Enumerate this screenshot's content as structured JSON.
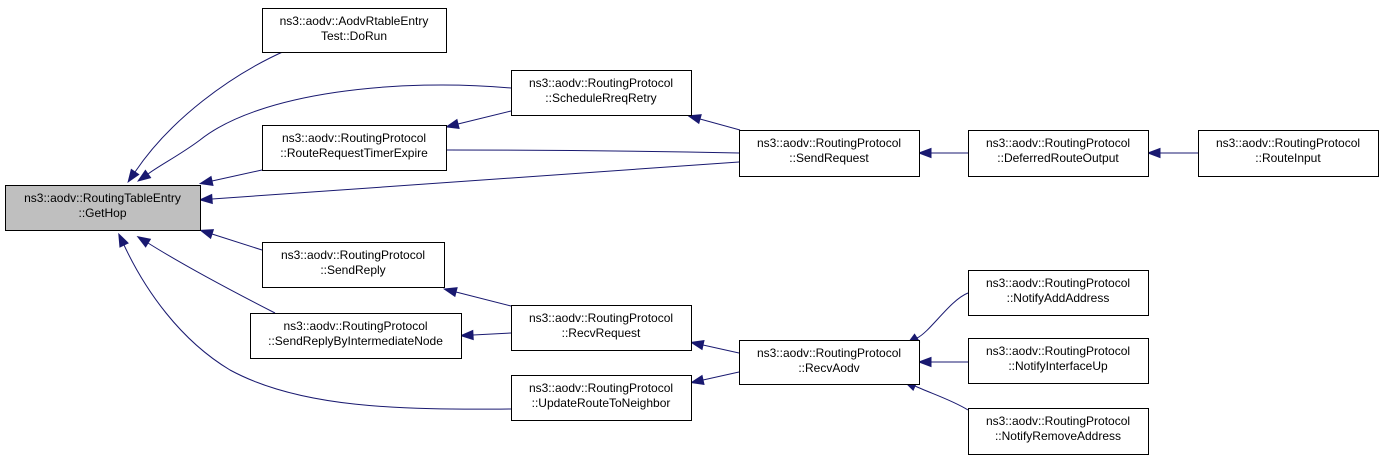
{
  "colors": {
    "edge": "#191970",
    "root_fill": "#bfbfbf",
    "node_fill": "#ffffff",
    "border": "#000000"
  },
  "nodes": {
    "gethop": {
      "lines": [
        "ns3::aodv::RoutingTableEntry",
        "::GetHop"
      ],
      "root": true
    },
    "dorun": {
      "lines": [
        "ns3::aodv::AodvRtableEntry",
        "Test::DoRun"
      ]
    },
    "rrte": {
      "lines": [
        "ns3::aodv::RoutingProtocol",
        "::RouteRequestTimerExpire"
      ]
    },
    "sendreply": {
      "lines": [
        "ns3::aodv::RoutingProtocol",
        "::SendReply"
      ]
    },
    "srbin": {
      "lines": [
        "ns3::aodv::RoutingProtocol",
        "::SendReplyByIntermediateNode"
      ]
    },
    "schedretry": {
      "lines": [
        "ns3::aodv::RoutingProtocol",
        "::ScheduleRreqRetry"
      ]
    },
    "recvrequest": {
      "lines": [
        "ns3::aodv::RoutingProtocol",
        "::RecvRequest"
      ]
    },
    "urtn": {
      "lines": [
        "ns3::aodv::RoutingProtocol",
        "::UpdateRouteToNeighbor"
      ]
    },
    "sendrequest": {
      "lines": [
        "ns3::aodv::RoutingProtocol",
        "::SendRequest"
      ]
    },
    "recvaodv": {
      "lines": [
        "ns3::aodv::RoutingProtocol",
        "::RecvAodv"
      ]
    },
    "dro": {
      "lines": [
        "ns3::aodv::RoutingProtocol",
        "::DeferredRouteOutput"
      ]
    },
    "notifyadd": {
      "lines": [
        "ns3::aodv::RoutingProtocol",
        "::NotifyAddAddress"
      ]
    },
    "notifyup": {
      "lines": [
        "ns3::aodv::RoutingProtocol",
        "::NotifyInterfaceUp"
      ]
    },
    "notifyremove": {
      "lines": [
        "ns3::aodv::RoutingProtocol",
        "::NotifyRemoveAddress"
      ]
    },
    "routeinput": {
      "lines": [
        "ns3::aodv::RoutingProtocol",
        "::RouteInput"
      ]
    }
  },
  "edges": [
    {
      "from": "dorun",
      "to": "gethop"
    },
    {
      "from": "schedretry",
      "to": "gethop"
    },
    {
      "from": "rrte",
      "to": "gethop"
    },
    {
      "from": "sendrequest",
      "to": "gethop"
    },
    {
      "from": "sendreply",
      "to": "gethop"
    },
    {
      "from": "srbin",
      "to": "gethop"
    },
    {
      "from": "urtn",
      "to": "gethop"
    },
    {
      "from": "schedretry",
      "to": "rrte"
    },
    {
      "from": "sendrequest",
      "to": "rrte"
    },
    {
      "from": "sendrequest",
      "to": "schedretry"
    },
    {
      "from": "dro",
      "to": "sendrequest"
    },
    {
      "from": "routeinput",
      "to": "dro"
    },
    {
      "from": "recvrequest",
      "to": "sendreply"
    },
    {
      "from": "recvrequest",
      "to": "srbin"
    },
    {
      "from": "recvaodv",
      "to": "recvrequest"
    },
    {
      "from": "recvaodv",
      "to": "urtn"
    },
    {
      "from": "notifyadd",
      "to": "recvaodv"
    },
    {
      "from": "notifyup",
      "to": "recvaodv"
    },
    {
      "from": "notifyremove",
      "to": "recvaodv"
    }
  ]
}
